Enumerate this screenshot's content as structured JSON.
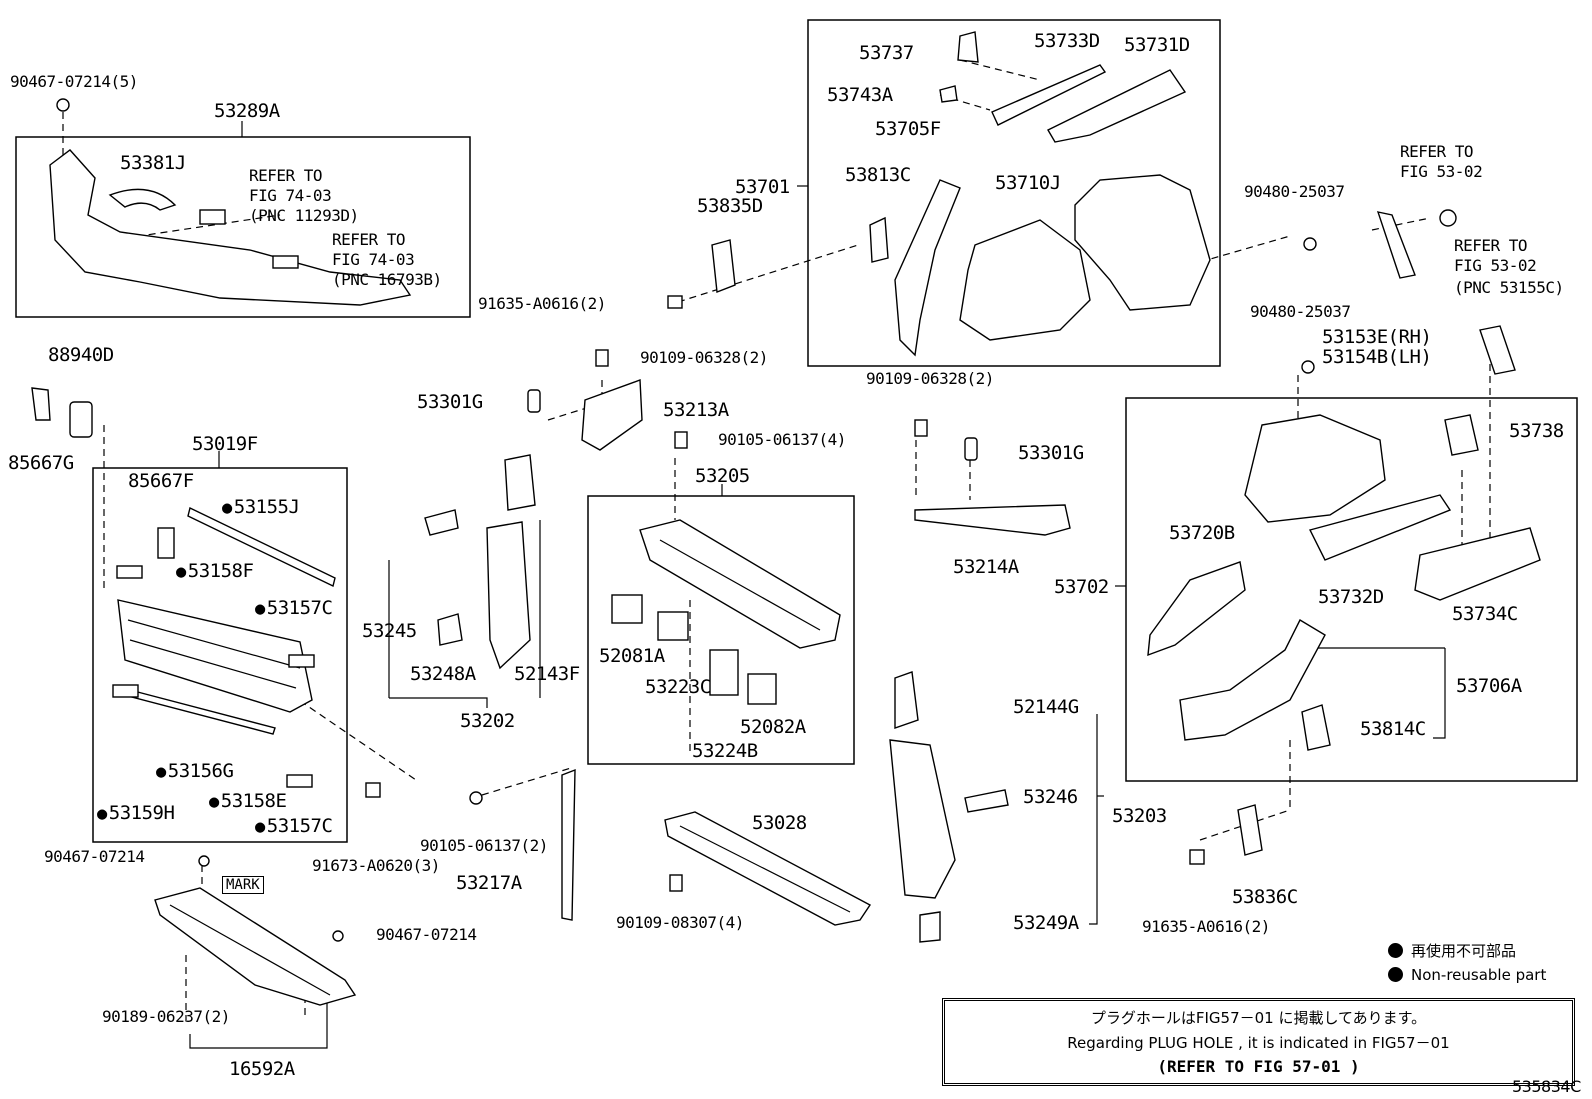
{
  "drawing_id": "535834C",
  "groups": {
    "g53289A": "53289A",
    "g53019F": "53019F",
    "g53205": "53205",
    "g53202": "53202",
    "g53701": "53701",
    "g53702": "53702",
    "g53203": "53203",
    "g16592A": "16592A",
    "g53705F": "53705F",
    "g53706A": "53706A"
  },
  "labels": {
    "p90467_07214_5": "90467-07214(5)",
    "p53381J": "53381J",
    "refer1": "REFER TO",
    "refer1b": "FIG 74-03",
    "refer1c": "(PNC 11293D)",
    "refer2": "REFER TO",
    "refer2b": "FIG 74-03",
    "refer2c": "(PNC 16793B)",
    "p88940D": "88940D",
    "p85667G": "85667G",
    "p85667F": "85667F",
    "p53155J": "53155J",
    "p53158F": "53158F",
    "p53157C_a": "53157C",
    "p53156G": "53156G",
    "p53158E": "53158E",
    "p53159H": "53159H",
    "p53157C_b": "53157C",
    "p90467_07214_a": "90467-07214",
    "p91673_A0620": "91673-A0620(3)",
    "p90467_07214_b": "90467-07214",
    "mark": "MARK",
    "p90189_06237": "90189-06237(2)",
    "p53301G_a": "53301G",
    "p90109_06328_a": "90109-06328(2)",
    "p53213A": "53213A",
    "p90105_06137_4": "90105-06137(4)",
    "p53245": "53245",
    "p53248A": "53248A",
    "p52143F": "52143F",
    "p52081A": "52081A",
    "p53223C": "53223C",
    "p52082A": "52082A",
    "p53224B": "53224B",
    "p90105_06137_2": "90105-06137(2)",
    "p53217A": "53217A",
    "p53028": "53028",
    "p90109_08307": "90109-08307(4)",
    "p53737": "53737",
    "p53733D": "53733D",
    "p53731D": "53731D",
    "p53743A": "53743A",
    "p53813C": "53813C",
    "p53710J": "53710J",
    "p53835D": "53835D",
    "p91635_A0616_a": "91635-A0616(2)",
    "p90109_06328_b": "90109-06328(2)",
    "p53301G_b": "53301G",
    "p53214A": "53214A",
    "p90480_25037_a": "90480-25037",
    "refer3": "REFER TO",
    "refer3b": "FIG 53-02",
    "refer4": "REFER TO",
    "refer4b": "FIG 53-02",
    "refer4c": "(PNC 53155C)",
    "p90480_25037_b": "90480-25037",
    "p53153E": "53153E(RH)",
    "p53154B": "53154B(LH)",
    "p53738": "53738",
    "p53720B": "53720B",
    "p53732D": "53732D",
    "p53734C": "53734C",
    "p53814C": "53814C",
    "p52144G": "52144G",
    "p53246": "53246",
    "p53249A": "53249A",
    "p53836C": "53836C",
    "p91635_A0616_b": "91635-A0616(2)"
  },
  "legend": {
    "jp": "再使用不可部品",
    "en": "Non-reusable part"
  },
  "notice": {
    "line1": "プラグホールはFIG57－01 に掲載してあります。",
    "line2": "Regarding  PLUG HOLE , it is indicated in FIG57－01",
    "line3": "(REFER TO FIG 57-01  )"
  }
}
